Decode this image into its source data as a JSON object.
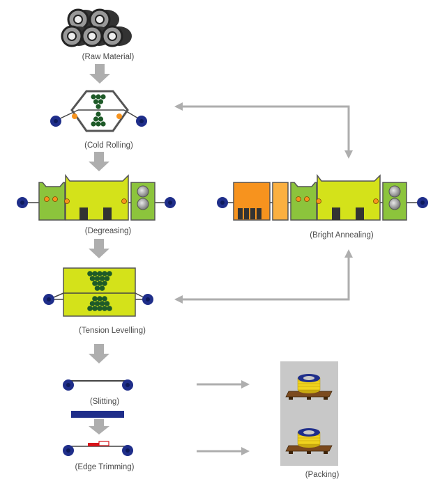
{
  "stages": {
    "raw_material": "(Raw Material)",
    "cold_rolling": "(Cold Rolling)",
    "degreasing": "(Degreasing)",
    "bright_annealing": "(Bright Annealing)",
    "tension_levelling": "(Tension Levelling)",
    "slitting": "(Slitting)",
    "edge_trimming": "(Edge Trimming)",
    "packing": "(Packing)"
  },
  "colors": {
    "arrow": "#aeaeae",
    "lime": "#d4e21a",
    "green": "#8cc43c",
    "orange": "#f7931e",
    "light_orange": "#fbb040",
    "navy": "#1f2e8a",
    "dark_green": "#1e5a28",
    "coil_yellow": "#f0d41e",
    "pallet_brown": "#7b4a1e",
    "packing_bg": "#c8c8c8"
  }
}
